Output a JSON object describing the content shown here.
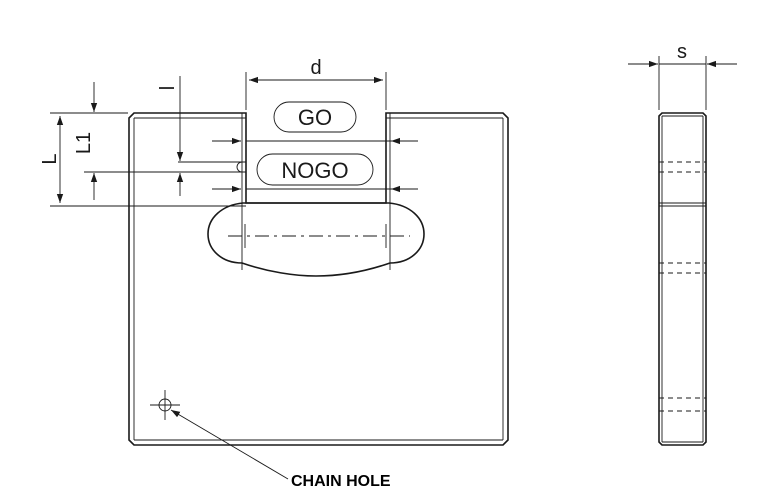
{
  "labels": {
    "d": "d",
    "s": "s",
    "l": "l",
    "L": "L",
    "L1": "L1",
    "go": "GO",
    "nogo": "NOGO",
    "chain_hole": "CHAIN HOLE"
  },
  "colors": {
    "line": "#1a1a1a",
    "background": "#ffffff"
  }
}
